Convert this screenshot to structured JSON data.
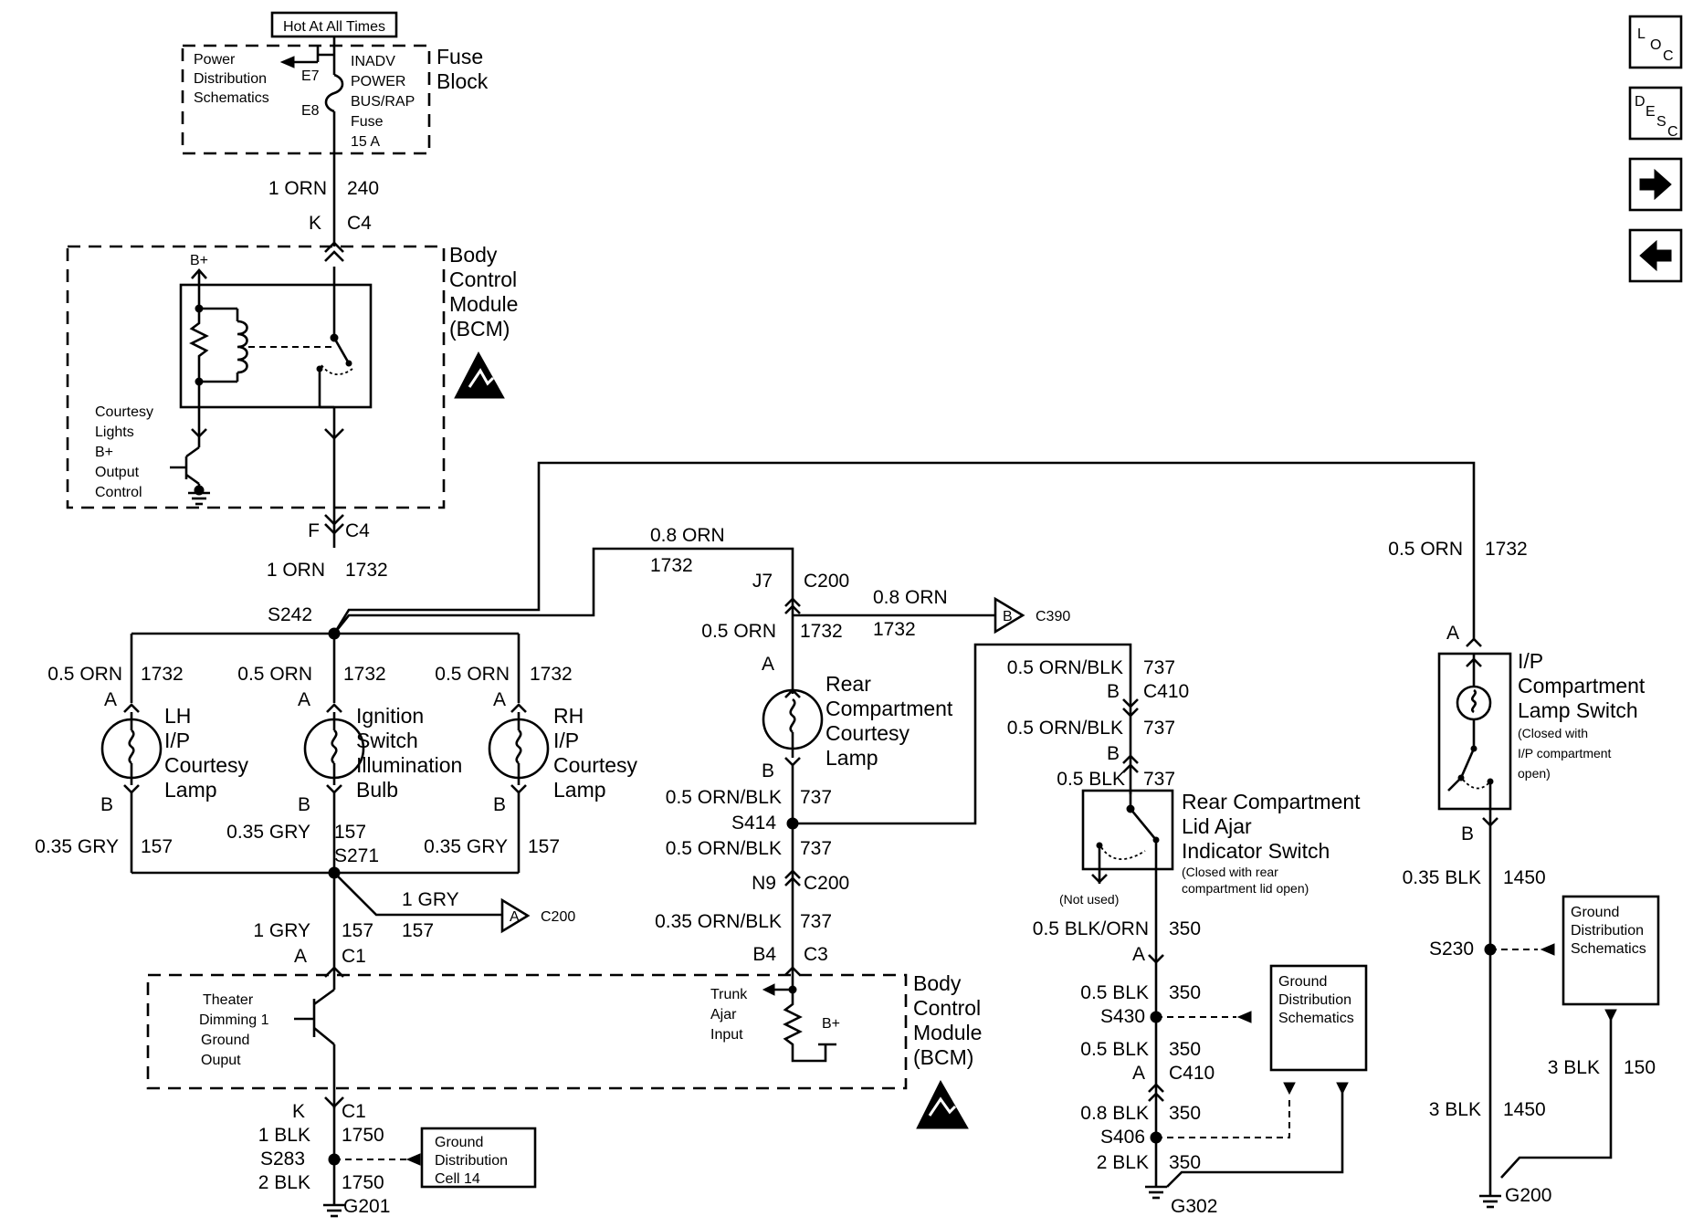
{
  "nav": {
    "loc_l": "L",
    "loc_o": "O",
    "loc_c": "C",
    "desc_d": "D",
    "desc_e": "E",
    "desc_s": "S",
    "desc_c": "C"
  },
  "fuse": {
    "hot": "Hot At All Times",
    "pds1": "Power",
    "pds2": "Distribution",
    "pds3": "Schematics",
    "e7": "E7",
    "e8": "E8",
    "n1": "INADV",
    "n2": "POWER",
    "n3": "BUS/RAP",
    "n4": "Fuse",
    "n5": "15 A",
    "fb1": "Fuse",
    "fb2": "Block"
  },
  "w240": {
    "size": "1 ORN",
    "circ": "240",
    "k": "K",
    "c4": "C4"
  },
  "bcm1": {
    "t1": "Body",
    "t2": "Control",
    "t3": "Module",
    "t4": "(BCM)",
    "bplus": "B+",
    "c1": "Courtesy",
    "c2": "Lights",
    "c3": "B+",
    "c4": "Output",
    "c5": "Control"
  },
  "bcmout": {
    "f": "F",
    "c4": "C4",
    "size": "1 ORN",
    "circ": "1732",
    "s242": "S242"
  },
  "branch": {
    "size": "0.5 ORN",
    "circ": "1732",
    "a": "A",
    "b": "B"
  },
  "lh": {
    "l1": "LH",
    "l2": "I/P",
    "l3": "Courtesy",
    "l4": "Lamp"
  },
  "ign": {
    "l1": "Ignition",
    "l2": "Switch",
    "l3": "Illumination",
    "l4": "Bulb"
  },
  "rh": {
    "l1": "RH",
    "l2": "I/P",
    "l3": "Courtesy",
    "l4": "Lamp"
  },
  "gry": {
    "s035": "0.35 GRY",
    "c157": "157",
    "s271": "S271",
    "g1": "1 GRY",
    "a": "A",
    "c1": "C1",
    "c200": "C200"
  },
  "bcm2": {
    "t1": "Body",
    "t2": "Control",
    "t3": "Module",
    "t4": "(BCM)",
    "th1": "Theater",
    "th2": "Dimming 1",
    "th3": "Ground",
    "th4": "Ouput",
    "tr1": "Trunk",
    "tr2": "Ajar",
    "tr3": "Input",
    "bplus": "B+"
  },
  "g201": {
    "k": "K",
    "c1": "C1",
    "b1": "1 BLK",
    "c1750": "1750",
    "s283": "S283",
    "b2": "2 BLK",
    "g": "G201",
    "gd1": "Ground",
    "gd2": "Distribution",
    "gd3": "Cell 14"
  },
  "rear": {
    "o08": "0.8 ORN",
    "c1732": "1732",
    "j7": "J7",
    "c200": "C200",
    "o05": "0.5 ORN",
    "a": "A",
    "b": "B",
    "c390": "C390",
    "l1": "Rear",
    "l2": "Compartment",
    "l3": "Courtesy",
    "l4": "Lamp",
    "ob": "0.5 ORN/BLK",
    "c737": "737",
    "s414": "S414",
    "n9": "N9",
    "ob035": "0.35 ORN/BLK",
    "b4": "B4",
    "c3": "C3"
  },
  "lid": {
    "ob": "0.5 ORN/BLK",
    "c737": "737",
    "b": "B",
    "c410": "C410",
    "blk": "0.5 BLK",
    "t1": "Rear Compartment",
    "t2": "Lid Ajar",
    "t3": "Indicator Switch",
    "n1": "(Closed with rear",
    "n2": "compartment lid open)",
    "nu": "(Not used)",
    "bo": "0.5 BLK/ORN",
    "c350": "350",
    "a": "A",
    "s430": "S430",
    "s406": "S406",
    "b08": "0.8 BLK",
    "b2": "2 BLK",
    "g": "G302",
    "gd1": "Ground",
    "gd2": "Distribution",
    "gd3": "Schematics"
  },
  "ip": {
    "size": "0.5 ORN",
    "circ": "1732",
    "a": "A",
    "b": "B",
    "t1": "I/P",
    "t2": "Compartment",
    "t3": "Lamp Switch",
    "n1": "(Closed with",
    "n2": "I/P compartment",
    "n3": "open)",
    "b035": "0.35 BLK",
    "c1450": "1450",
    "s230": "S230",
    "b3": "3 BLK",
    "c150": "150",
    "g": "G200",
    "gd1": "Ground",
    "gd2": "Distribution",
    "gd3": "Schematics"
  }
}
